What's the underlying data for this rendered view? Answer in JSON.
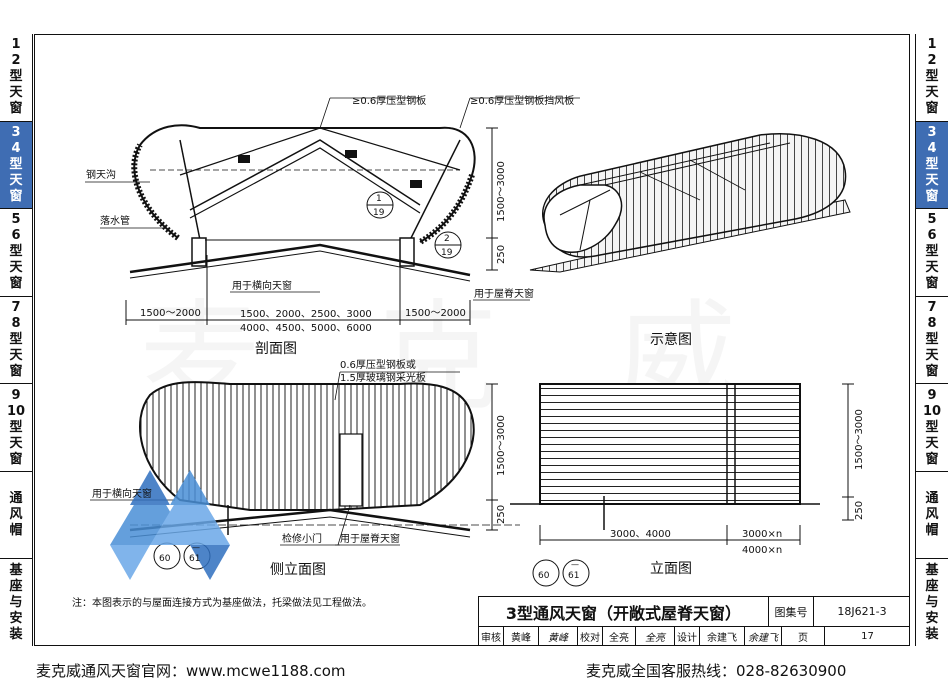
{
  "sidebar_left": [
    {
      "label": [
        "1",
        "2",
        "型",
        "天",
        "窗"
      ],
      "active": false
    },
    {
      "label": [
        "3",
        "4",
        "型",
        "天",
        "窗"
      ],
      "active": true
    },
    {
      "label": [
        "5",
        "6",
        "型",
        "天",
        "窗"
      ],
      "active": false
    },
    {
      "label": [
        "7",
        "8",
        "型",
        "天",
        "窗"
      ],
      "active": false
    },
    {
      "label": [
        "9",
        "10",
        "型",
        "天",
        "窗"
      ],
      "active": false
    },
    {
      "label": [
        "通",
        "风",
        "帽"
      ],
      "active": false
    },
    {
      "label": [
        "基",
        "座",
        "与",
        "安",
        "装"
      ],
      "active": false
    }
  ],
  "section": {
    "caption": "剖面图",
    "label_top_left": "≥0.6厚压型钢板",
    "label_top_right": "≥0.6厚压型钢板挡风板",
    "label_gutter": "钢天沟",
    "label_downpipe": "落水管",
    "label_transverse": "用于横向天窗",
    "label_ridge": "用于屋脊天窗",
    "dim_left": "1500～2000",
    "dim_right": "1500～2000",
    "dim_center_1": "1500、2000、2500、3000",
    "dim_center_2": "4000、4500、5000、6000",
    "dim_height": "1500～3000",
    "dim_250": "250",
    "ref1_top": "1",
    "ref1_bottom": "19",
    "ref2_top": "2",
    "ref2_bottom": "19"
  },
  "schematic": {
    "caption": "示意图"
  },
  "side_elevation": {
    "caption": "侧立面图",
    "label_panel_1": "0.6厚压型钢板或",
    "label_panel_2": "1.5厚玻璃钢采光板",
    "label_transverse": "用于横向天窗",
    "label_door": "检修小门",
    "label_ridge": "用于屋脊天窗",
    "dim_height": "1500～3000",
    "dim_250": "250",
    "ref_a": "60",
    "ref_b": "61",
    "ref_dash": "—"
  },
  "elevation": {
    "caption": "立面图",
    "dim_height": "1500～3000",
    "dim_250": "250",
    "dim_width": "3000、4000",
    "dim_n1": "3000×n",
    "dim_n2": "4000×n",
    "ref_a": "60",
    "ref_b": "61",
    "ref_dash": "—"
  },
  "note": "注：本图表示的与屋面连接方式为基座做法，托梁做法见工程做法。",
  "titleblock": {
    "title": "3型通风天窗（开敞式屋脊天窗）",
    "atlas_label": "图集号",
    "atlas_no": "18J621-3",
    "review_label": "审核",
    "review_name": "黄峰",
    "review_sig": "黄峰",
    "check_label": "校对",
    "check_name": "全亮",
    "check_sig": "全亮",
    "design_label": "设计",
    "design_name": "余建飞",
    "design_sig": "余建飞",
    "page_label": "页",
    "page_no": "17"
  },
  "footer_left": "麦克威通风天窗官网：www.mcwe1188.com",
  "footer_right": "麦克威全国客服热线：028-82630900",
  "colors": {
    "accent": "#3f6db3",
    "logo": "#4a8fd6"
  }
}
